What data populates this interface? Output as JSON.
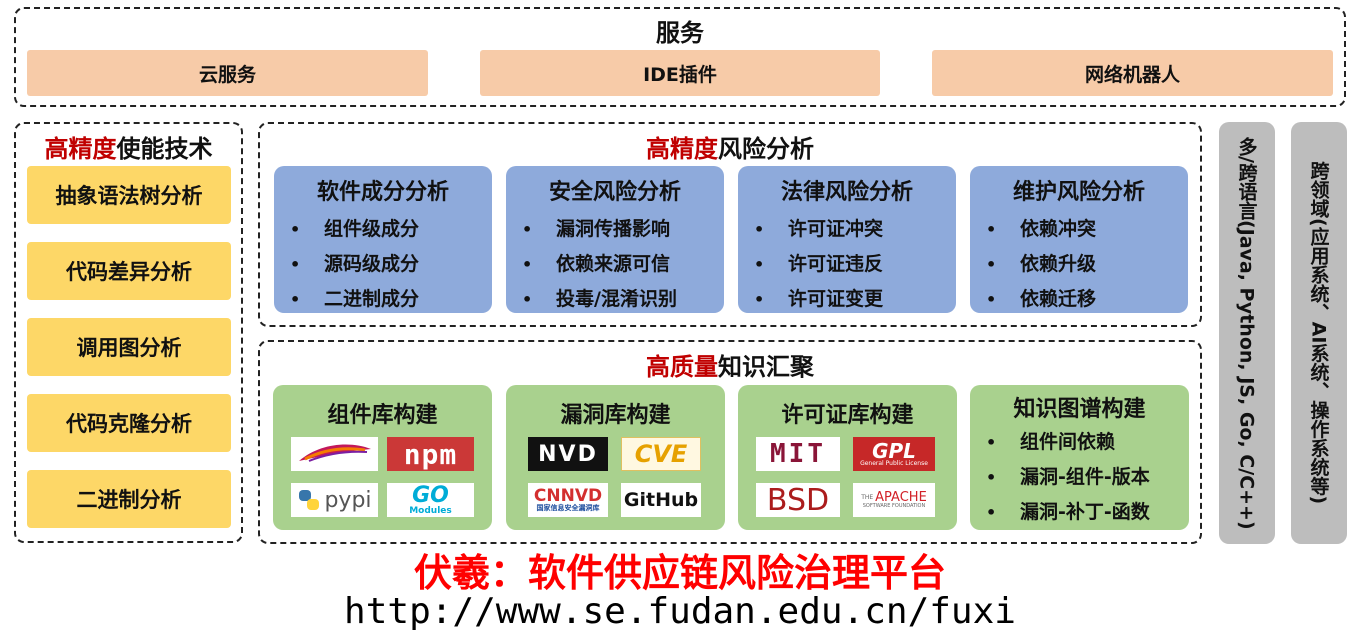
{
  "services": {
    "title": "服务",
    "items": [
      "云服务",
      "IDE插件",
      "网络机器人"
    ]
  },
  "enabling": {
    "title_highlight": "高精度",
    "title_rest": "使能技术",
    "items": [
      "抽象语法树分析",
      "代码差异分析",
      "调用图分析",
      "代码克隆分析",
      "二进制分析"
    ]
  },
  "risk": {
    "title_highlight": "高精度",
    "title_rest": "风险分析",
    "cards": [
      {
        "title": "软件成分分析",
        "bullets": [
          "组件级成分",
          "源码级成分",
          "二进制成分"
        ]
      },
      {
        "title": "安全风险分析",
        "bullets": [
          "漏洞传播影响",
          "依赖来源可信",
          "投毒/混淆识别"
        ]
      },
      {
        "title": "法律风险分析",
        "bullets": [
          "许可证冲突",
          "许可证违反",
          "许可证变更"
        ]
      },
      {
        "title": "维护风险分析",
        "bullets": [
          "依赖冲突",
          "依赖升级",
          "依赖迁移"
        ]
      }
    ]
  },
  "knowledge": {
    "title_highlight": "高质量",
    "title_rest": "知识汇聚",
    "cards": [
      {
        "title": "组件库构建"
      },
      {
        "title": "漏洞库构建"
      },
      {
        "title": "许可证库构建"
      },
      {
        "title": "知识图谱构建",
        "bullets": [
          "组件间依赖",
          "漏洞-组件-版本",
          "漏洞-补丁-函数"
        ]
      }
    ],
    "logos": {
      "npm": "npm",
      "pypi": "pypi",
      "go": "GO",
      "go_sub": "Modules",
      "nvd": "NVD",
      "cve": "CVE",
      "cnnvd": "CNNVD",
      "cnnvd_sub": "国家信息安全漏洞库",
      "github": "GitHub",
      "mit": "MIT",
      "gpl": "GPL",
      "gpl_sub": "General Public License",
      "bsd": "BSD",
      "apache": "APACHE",
      "apache_sub": "SOFTWARE FOUNDATION",
      "apache_prefix": "THE"
    }
  },
  "side": {
    "languages": "多/跨语言(Java, Python, JS, Go, C/C++)",
    "domains": "跨领域(应用系统、AI系统、操作系统等)"
  },
  "footer": {
    "title": "伏羲：软件供应链风险治理平台",
    "url": "http://www.se.fudan.edu.cn/fuxi"
  },
  "colors": {
    "highlight_red": "#c00000",
    "footer_red": "#ff0000",
    "service_peach": "#f7cba8",
    "enabling_yellow": "#fdd767",
    "risk_blue": "#8eaadb",
    "knowledge_green": "#a9d18e",
    "side_gray": "#bdbdbd"
  }
}
